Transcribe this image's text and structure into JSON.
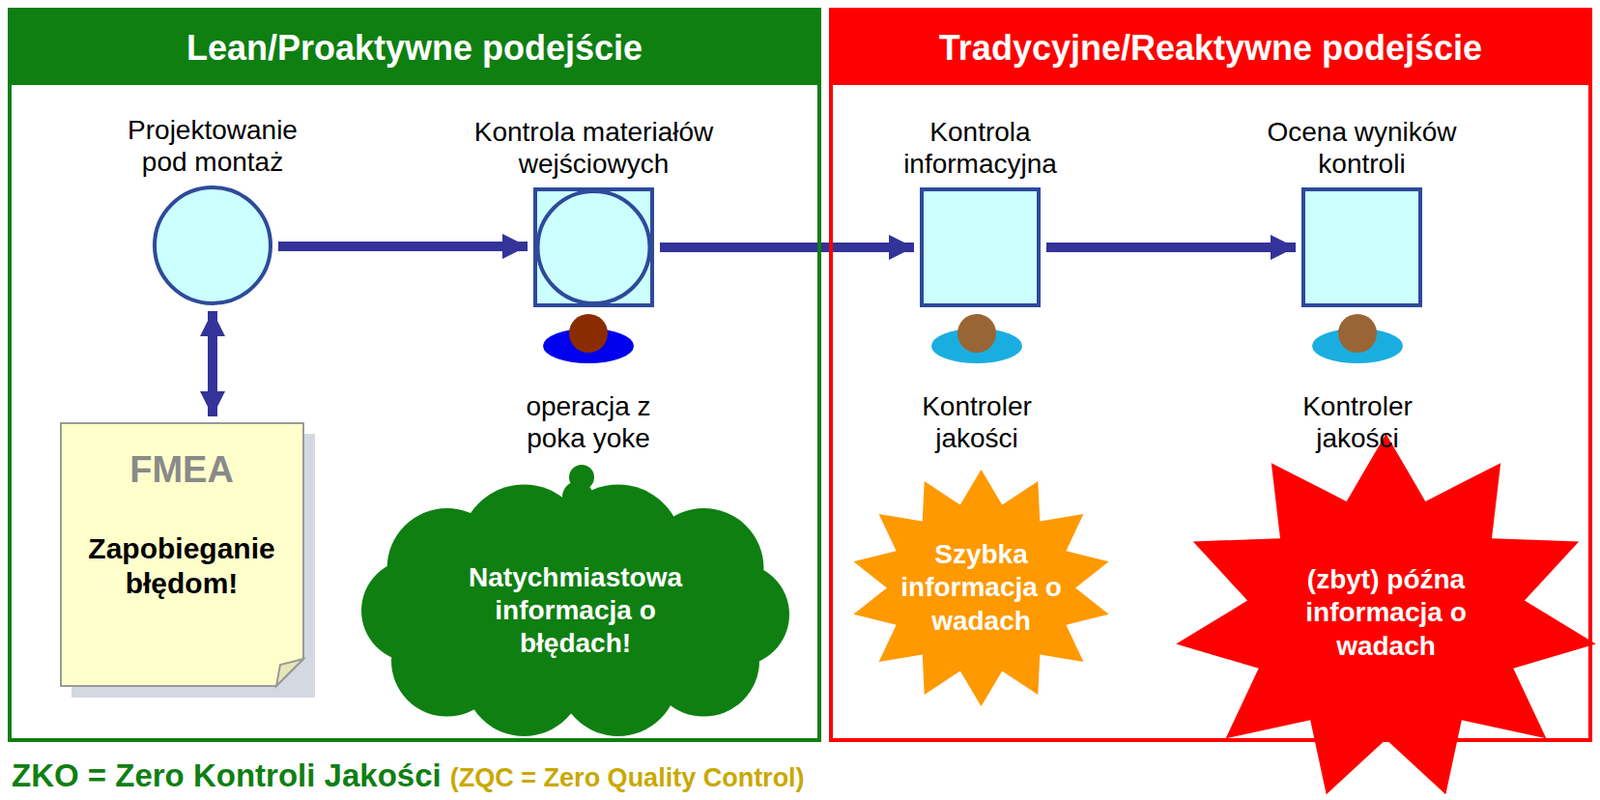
{
  "diagram": {
    "caption": "ZKO = Zero Kontroli Jakości",
    "nodes": [
      {
        "text": [
          "Lean/Proaktywne podejście"
        ]
      },
      {
        "text": [
          "Projektowanie pod montaż"
        ],
        "in": 0
      },
      {
        "text": [
          "Kontrola materiałów wejściowych"
        ],
        "in": 0
      },
      {
        "text": [
          "FMEA",
          "Zapobieganie błędom!"
        ],
        "in": 0
      },
      {
        "text": [
          "Natychmiastowa informacja o błędach!"
        ],
        "in": 0
      },
      {
        "text": [
          "Tradycyjne/Reaktywne podejście"
        ]
      },
      {
        "text": [
          "Kontrola informacyjna"
        ],
        "in": 5
      },
      {
        "text": [
          "Ocena wyników kontroli"
        ],
        "in": 5
      },
      {
        "text": [
          "Szybka informacja o wadach"
        ],
        "in": 5
      },
      {
        "text": [
          "(zbyt) późna informacja o wadach"
        ],
        "in": 5
      }
    ],
    "edges": [
      {
        "from": 1,
        "to": 2,
        "arrow": "to"
      },
      {
        "from": 2,
        "to": 6,
        "arrow": "to"
      },
      {
        "from": 6,
        "to": 7,
        "arrow": "to"
      },
      {
        "from": 1,
        "to": 3,
        "arrow": "both"
      }
    ],
    "labels": [
      "operacja z poka yoke",
      "Kontroler jakości",
      "Kontroler jakości",
      "(ZQC = Zero Quality Control)"
    ]
  }
}
